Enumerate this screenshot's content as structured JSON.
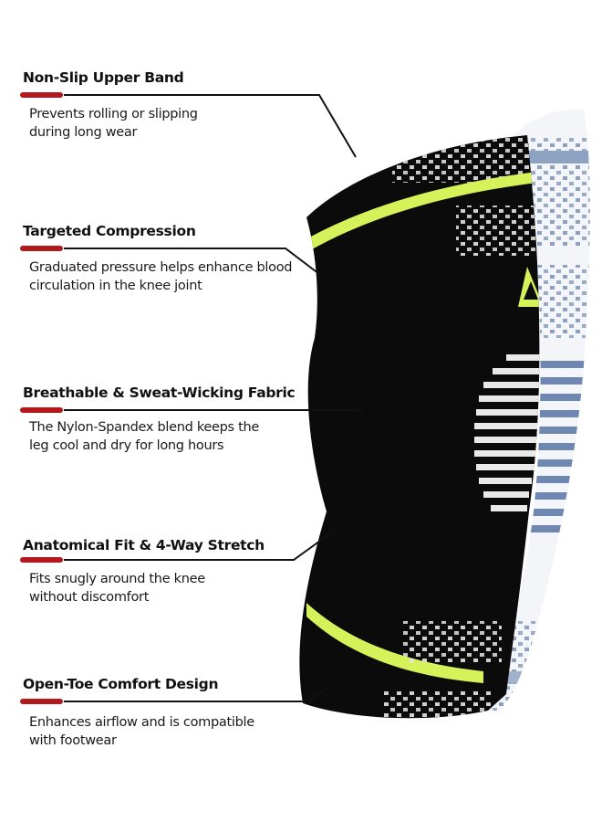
{
  "colors": {
    "accent_red": "#b3181c",
    "leader_line": "#111111",
    "sleeve_black": "#0b0b0b",
    "sleeve_neon": "#d6f25a",
    "sleeve_white": "#f4f6f8",
    "sleeve_blue": "#7f95b8"
  },
  "features": [
    {
      "title": "Non-Slip Upper Band",
      "desc_lines": [
        "Prevents rolling or slipping",
        "during long wear"
      ]
    },
    {
      "title": "Targeted Compression",
      "desc_lines": [
        "Graduated pressure helps enhance blood",
        "circulation in the knee joint"
      ]
    },
    {
      "title": "Breathable & Sweat-Wicking Fabric",
      "desc_lines": [
        "The Nylon-Spandex blend keeps the",
        "leg cool and dry for long hours"
      ]
    },
    {
      "title": "Anatomical Fit & 4-Way Stretch",
      "desc_lines": [
        "Fits snugly around the knee",
        "without discomfort"
      ]
    },
    {
      "title": "Open-Toe Comfort Design",
      "desc_lines": [
        "Enhances airflow and is compatible",
        "with footwear"
      ]
    }
  ],
  "product": {
    "name": "knee-compression-sleeve",
    "variants": [
      "black-neon",
      "white-blue"
    ]
  }
}
